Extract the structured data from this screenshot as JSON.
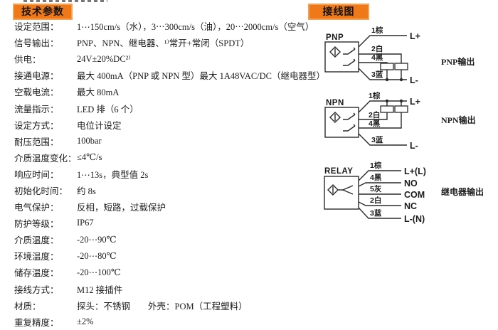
{
  "header": {
    "left_badge": "技术参数",
    "right_badge": "接线图"
  },
  "colors": {
    "accent_orange": "#ef7918",
    "accent_border": "#f6a054",
    "text": "#1c1c1c"
  },
  "specs": [
    {
      "label": "设定范围：",
      "value": "1⋯150cm/s（水），3⋯300cm/s（油），20⋯2000cm/s（空气）"
    },
    {
      "label": "信号输出：",
      "value": "PNP、NPN、继电器、¹⁾常开+常闭（SPDT）"
    },
    {
      "label": "供电：",
      "value": "24V±20%DC²⁾"
    },
    {
      "label": "接通电源：",
      "value": "最大 400mA（PNP 或 NPN 型）最大 1A48VAC/DC（继电器型）"
    },
    {
      "label": "空载电流：",
      "value": "最大 80mA"
    },
    {
      "label": "流量指示：",
      "value": "LED 排（6 个）"
    },
    {
      "label": "设定方式：",
      "value": "电位计设定"
    },
    {
      "label": "耐压范围：",
      "value": "100bar"
    },
    {
      "label": "介质温度变化：",
      "value": "≤4℃/s"
    },
    {
      "label": "响应时间：",
      "value": "1⋯13s，典型值 2s"
    },
    {
      "label": "初始化时间：",
      "value": "约 8s"
    },
    {
      "label": "电气保护：",
      "value": "反相，短路，过载保护"
    },
    {
      "label": "防护等级：",
      "value": "IP67"
    },
    {
      "label": "介质温度：",
      "value": "-20⋯90℃"
    },
    {
      "label": "环境温度：",
      "value": "-20⋯80℃"
    },
    {
      "label": "储存温度：",
      "value": "-20⋯100℃"
    },
    {
      "label": "接线方式：",
      "value": "M12 接插件"
    },
    {
      "label": "材质：",
      "value": "探头：不锈钢　　外壳：POM（工程塑料）"
    },
    {
      "label": "重复精度：",
      "value": "±2%"
    }
  ],
  "diagrams": {
    "pnp": {
      "label": "PNP",
      "caption": "PNP输出",
      "wires": [
        {
          "pin": "1棕",
          "terminal": "L+"
        },
        {
          "pin": "2白",
          "terminal": ""
        },
        {
          "pin": "4黑",
          "terminal": ""
        },
        {
          "pin": "3蓝",
          "terminal": "L-"
        }
      ]
    },
    "npn": {
      "label": "NPN",
      "caption": "NPN输出",
      "wires": [
        {
          "pin": "1棕",
          "terminal": "L+"
        },
        {
          "pin": "2白",
          "terminal": ""
        },
        {
          "pin": "4黑",
          "terminal": ""
        },
        {
          "pin": "3蓝",
          "terminal": "L-"
        }
      ]
    },
    "relay": {
      "label": "RELAY",
      "caption": "继电器输出",
      "wires": [
        {
          "pin": "1棕",
          "terminal": "L+(L)"
        },
        {
          "pin": "4黑",
          "terminal": "NO"
        },
        {
          "pin": "5灰",
          "terminal": "COM"
        },
        {
          "pin": "2白",
          "terminal": "NC"
        },
        {
          "pin": "3蓝",
          "terminal": "L-(N)"
        }
      ]
    }
  }
}
